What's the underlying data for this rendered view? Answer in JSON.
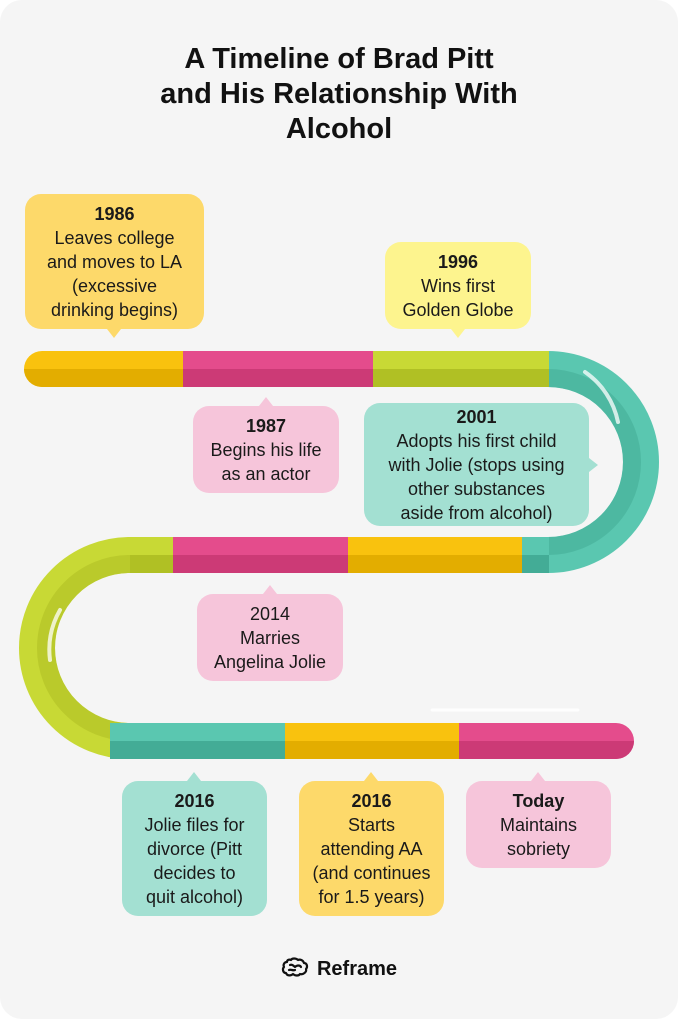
{
  "title": {
    "line1": "A Timeline of Brad Pitt",
    "line2": "and His Relationship With",
    "line3": "Alcohol"
  },
  "colors": {
    "yellow": "#f9c20e",
    "pink": "#e44c8c",
    "lime": "#c8d935",
    "teal": "#5ac7b0"
  },
  "events": [
    {
      "year": "1986",
      "lines": [
        "Leaves college",
        "and moves to LA",
        "(excessive",
        "drinking begins)"
      ]
    },
    {
      "year": "1987",
      "lines": [
        "Begins his life",
        "as an actor"
      ]
    },
    {
      "year": "1996",
      "lines": [
        "Wins first",
        "Golden Globe"
      ]
    },
    {
      "year": "2001",
      "lines": [
        "Adopts his first child",
        "with Jolie (stops using",
        "other substances",
        "aside from alcohol)"
      ]
    },
    {
      "year": "",
      "lines": [
        "2014",
        "Marries",
        "Angelina Jolie"
      ]
    },
    {
      "year": "2016",
      "lines": [
        "Jolie files for",
        "divorce (Pitt",
        "decides to",
        "quit alcohol)"
      ]
    },
    {
      "year": "2016",
      "lines": [
        "Starts",
        "attending AA",
        "(and continues",
        "for 1.5 years)"
      ]
    },
    {
      "year": "Today",
      "lines": [
        "Maintains",
        "sobriety"
      ]
    }
  ],
  "footer": {
    "brand": "Reframe",
    "icon": "brain-icon"
  }
}
